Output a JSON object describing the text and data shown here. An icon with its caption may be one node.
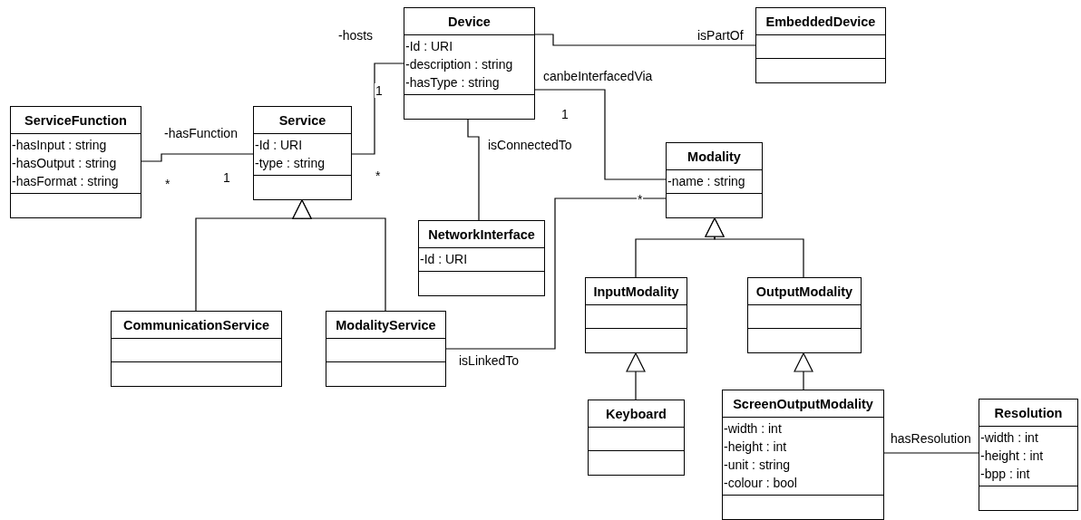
{
  "diagram": {
    "nodes": [
      {
        "text": [
          "Device",
          "-Id : URI",
          "-description : string",
          "-hasType : string"
        ]
      },
      {
        "text": [
          "EmbeddedDevice"
        ]
      },
      {
        "text": [
          "ServiceFunction",
          "-hasInput : string",
          "-hasOutput : string",
          "-hasFormat : string"
        ]
      },
      {
        "text": [
          "Service",
          "-Id : URI",
          "-type : string"
        ]
      },
      {
        "text": [
          "Modality",
          "-name : string"
        ]
      },
      {
        "text": [
          "NetworkInterface",
          "-Id : URI"
        ]
      },
      {
        "text": [
          "InputModality"
        ]
      },
      {
        "text": [
          "OutputModality"
        ]
      },
      {
        "text": [
          "CommunicationService"
        ]
      },
      {
        "text": [
          "ModalityService"
        ]
      },
      {
        "text": [
          "ScreenOutputModality",
          "-width : int",
          "-height : int",
          "-unit : string",
          "-colour : bool"
        ]
      },
      {
        "text": [
          "Resolution",
          "-width : int",
          "-height : int",
          "-bpp : int"
        ]
      },
      {
        "text": [
          "Keyboard"
        ]
      }
    ],
    "edges": [
      {
        "from": 2,
        "to": 3,
        "arrow": "none",
        "label": "-hasFunction"
      },
      {
        "from": 3,
        "to": 0,
        "arrow": "none",
        "label": "-hosts"
      },
      {
        "from": 0,
        "to": 1,
        "arrow": "none",
        "label": "isPartOf"
      },
      {
        "from": 0,
        "to": 4,
        "arrow": "none",
        "label": "canbeInterfacedVia"
      },
      {
        "from": 0,
        "to": 5,
        "arrow": "none",
        "label": "isConnectedTo"
      },
      {
        "from": 9,
        "to": 4,
        "arrow": "none",
        "label": "isLinkedTo"
      },
      {
        "from": 8,
        "to": 3,
        "arrow": "to"
      },
      {
        "from": 9,
        "to": 3,
        "arrow": "to"
      },
      {
        "from": 6,
        "to": 4,
        "arrow": "to"
      },
      {
        "from": 7,
        "to": 4,
        "arrow": "to"
      },
      {
        "from": 12,
        "to": 6,
        "arrow": "to"
      },
      {
        "from": 10,
        "to": 7,
        "arrow": "to"
      },
      {
        "from": 10,
        "to": 11,
        "arrow": "none",
        "label": "hasResolution"
      }
    ],
    "labels": [
      "1",
      "1",
      "*",
      "1",
      "*",
      "*"
    ]
  }
}
